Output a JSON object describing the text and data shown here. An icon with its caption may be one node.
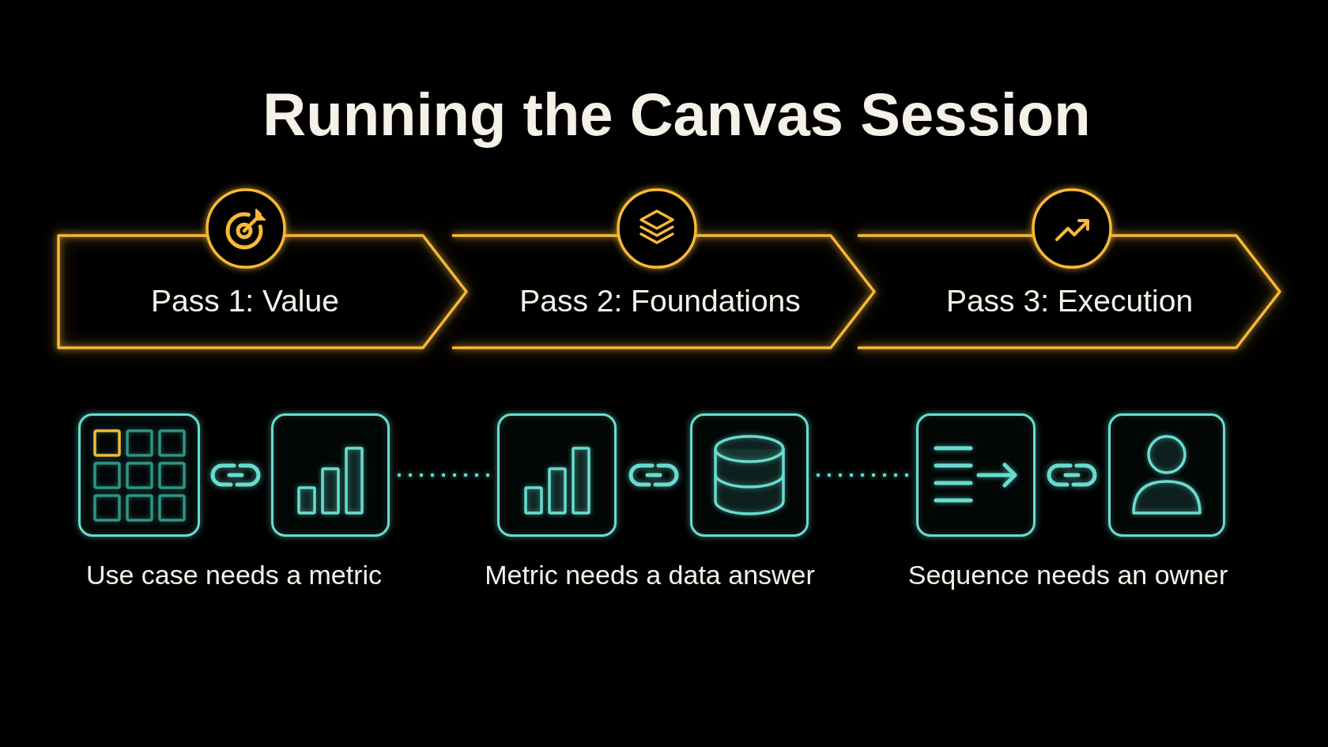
{
  "diagram": {
    "title": "Running the Canvas Session",
    "nodes": [
      {
        "text": [
          "Pass 1: Value"
        ]
      },
      {
        "text": [
          "Pass 2: Foundations"
        ]
      },
      {
        "text": [
          "Pass 3: Execution"
        ]
      },
      {
        "text": [],
        "shape": "box"
      },
      {
        "text": [],
        "shape": "box"
      },
      {
        "text": [],
        "shape": "box"
      },
      {
        "text": [],
        "shape": "box"
      },
      {
        "text": [],
        "shape": "box"
      },
      {
        "text": [],
        "shape": "box"
      }
    ],
    "edges": [
      {
        "from": 4,
        "to": 5,
        "arrow": "none",
        "style": "dashed"
      },
      {
        "from": 6,
        "to": 7,
        "arrow": "none",
        "style": "dashed"
      }
    ],
    "labels": [
      "Use case needs a metric",
      "Metric needs a data answer",
      "Sequence needs an owner"
    ]
  }
}
